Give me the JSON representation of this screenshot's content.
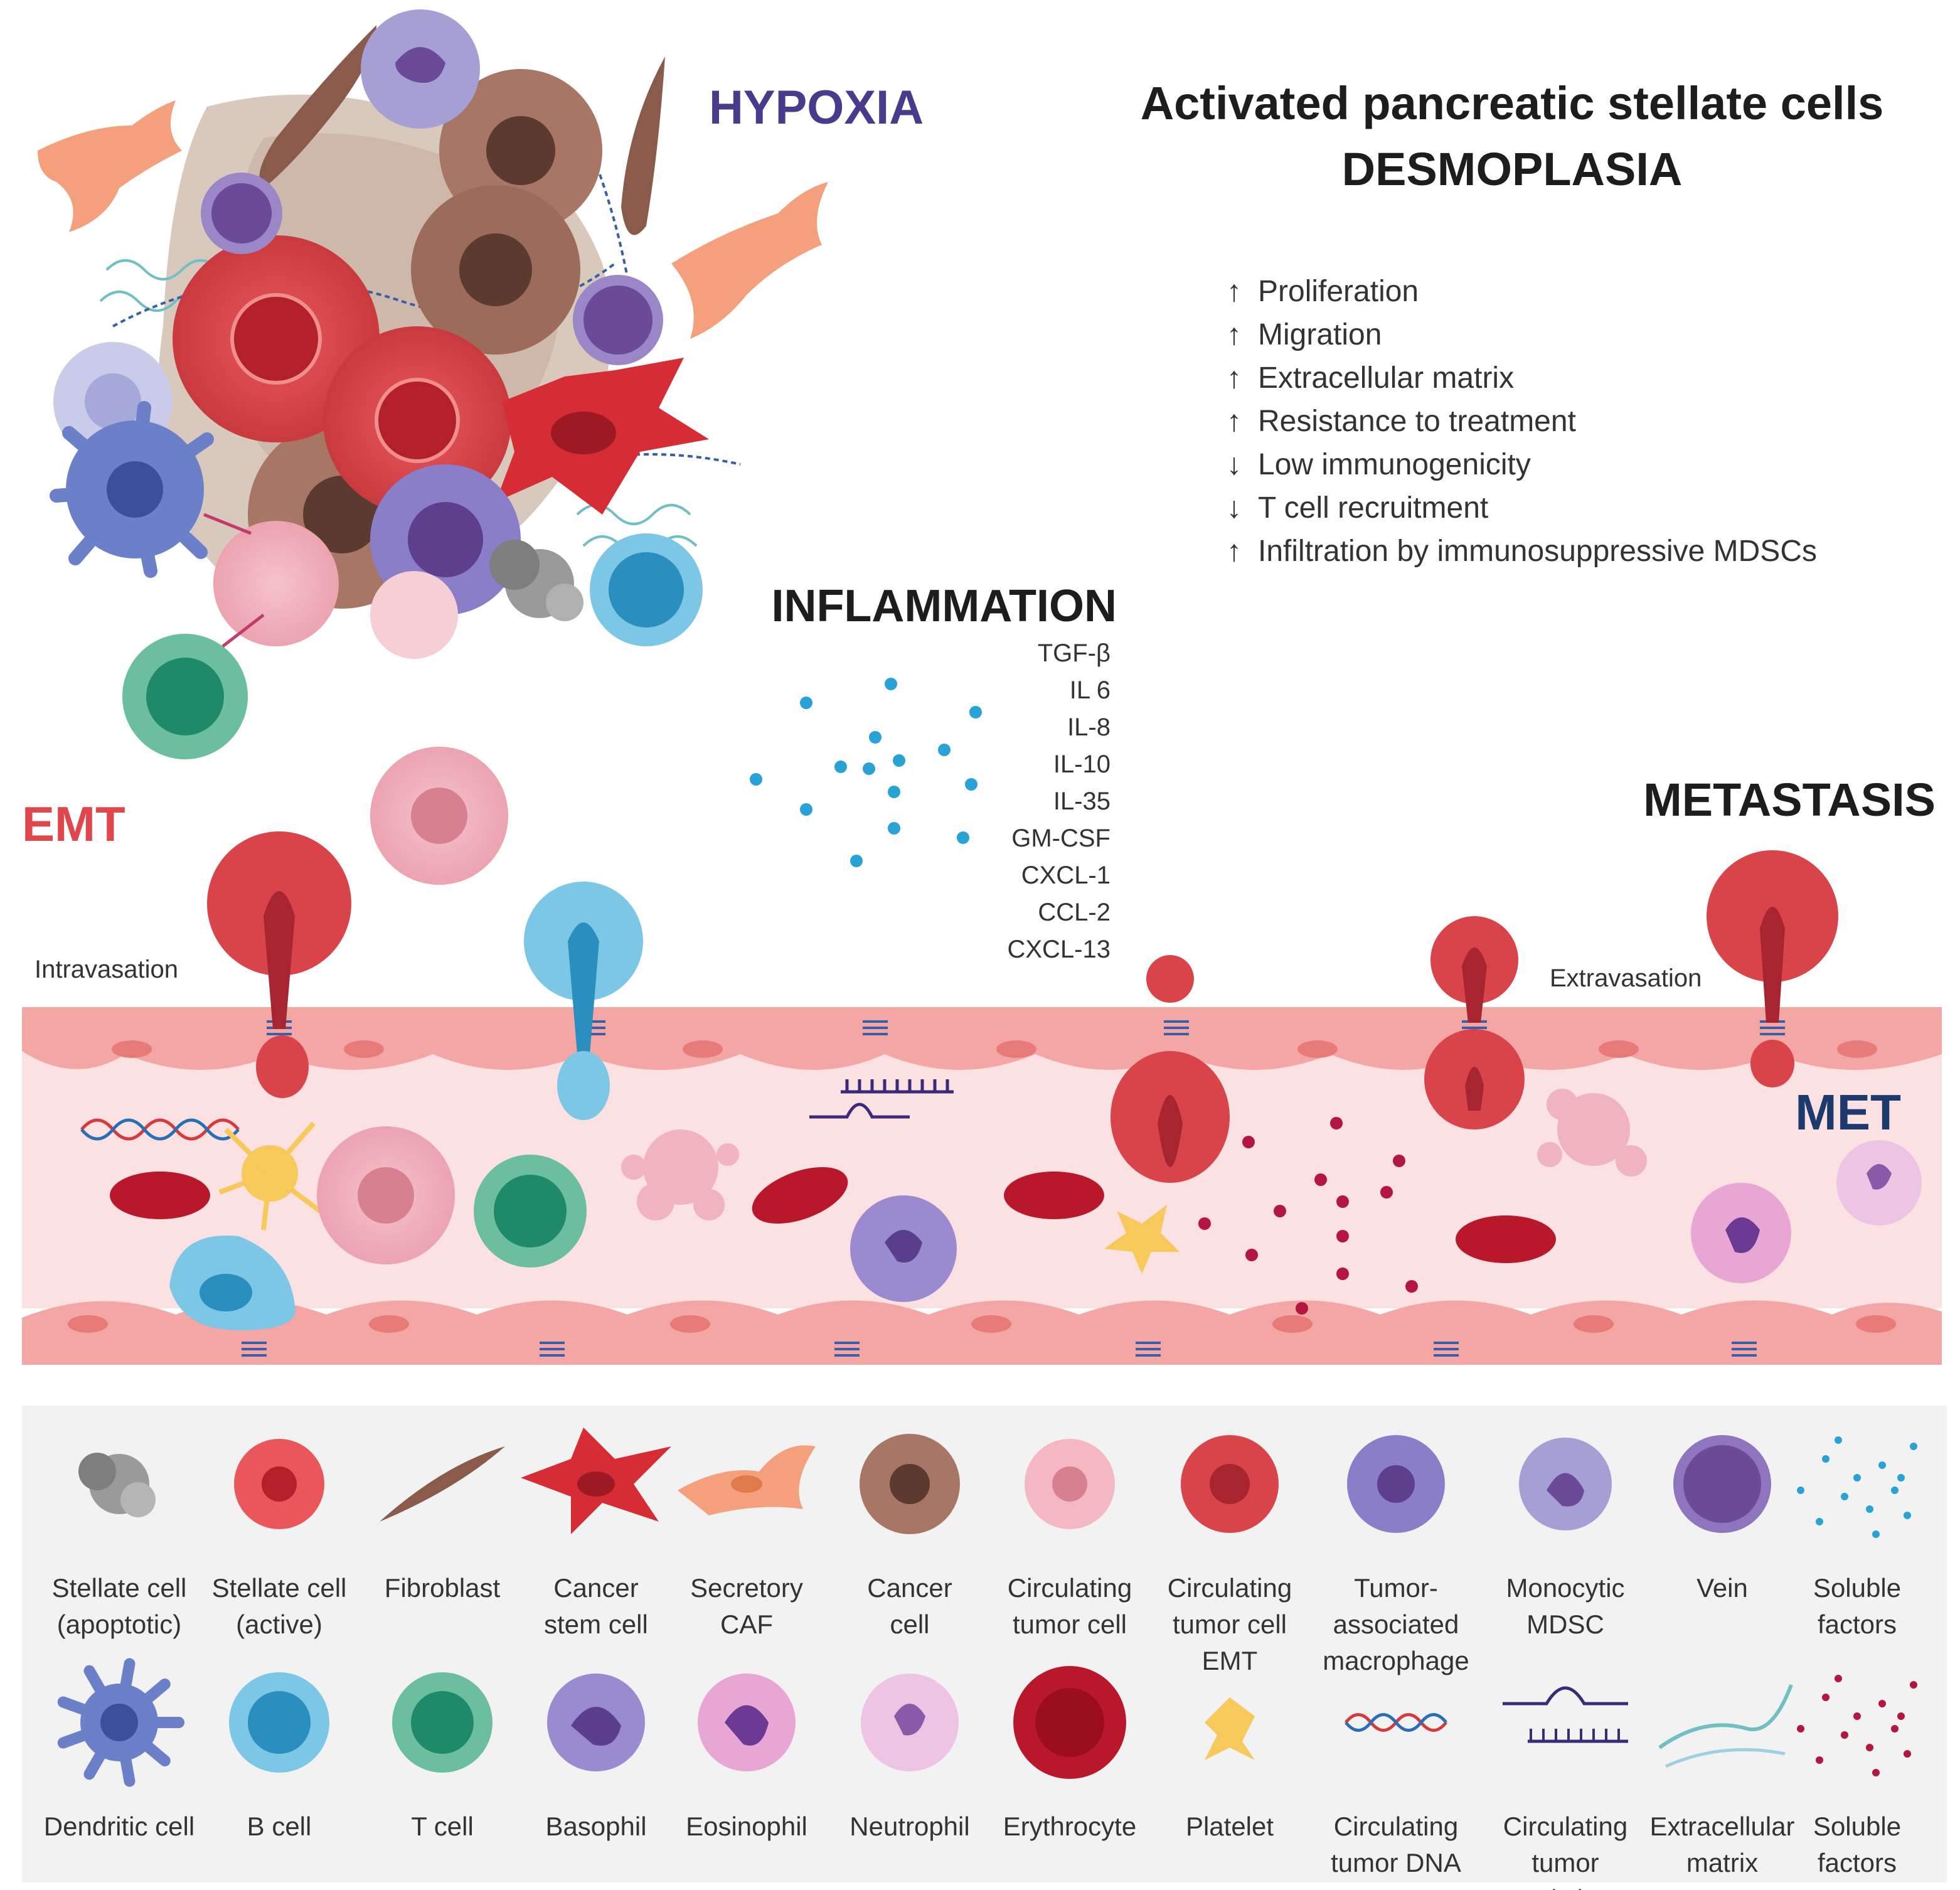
{
  "headings": {
    "hypoxia": "HYPOXIA",
    "stellate_line1": "Activated pancreatic stellate cells",
    "stellate_line2": "DESMOPLASIA",
    "inflammation": "INFLAMMATION",
    "emt": "EMT",
    "metastasis": "METASTASIS",
    "met": "MET",
    "intravasation": "Intravasation",
    "extravasation": "Extravasation"
  },
  "effects": [
    {
      "arrow": "↑",
      "text": "Proliferation"
    },
    {
      "arrow": "↑",
      "text": "Migration"
    },
    {
      "arrow": "↑",
      "text": "Extracellular matrix"
    },
    {
      "arrow": "↑",
      "text": "Resistance to treatment"
    },
    {
      "arrow": "↓",
      "text": "Low immunogenicity"
    },
    {
      "arrow": "↓",
      "text": "T cell recruitment"
    },
    {
      "arrow": "↑",
      "text": "Infiltration by immunosuppressive MDSCs"
    }
  ],
  "cytokines": [
    "TGF-β",
    "IL 6",
    "IL-8",
    "IL-10",
    "IL-35",
    "GM-CSF",
    "CXCL-1",
    "CCL-2",
    "CXCL-13"
  ],
  "legend": {
    "row1": [
      {
        "line1": "Stellate cell",
        "line2": "(apoptotic)",
        "line3": "",
        "icon": "stellate-apoptotic"
      },
      {
        "line1": "Stellate cell",
        "line2": "(active)",
        "line3": "",
        "icon": "stellate-active"
      },
      {
        "line1": "Fibroblast",
        "line2": "",
        "line3": "",
        "icon": "fibroblast"
      },
      {
        "line1": "Cancer",
        "line2": "stem cell",
        "line3": "",
        "icon": "cancer-stem-cell"
      },
      {
        "line1": "Secretory",
        "line2": "CAF",
        "line3": "",
        "icon": "secretory-caf"
      },
      {
        "line1": "Cancer",
        "line2": "cell",
        "line3": "",
        "icon": "cancer-cell"
      },
      {
        "line1": "Circulating",
        "line2": "tumor cell",
        "line3": "",
        "icon": "circulating-tumor-cell"
      },
      {
        "line1": "Circulating",
        "line2": "tumor cell",
        "line3": "EMT",
        "icon": "ctc-emt"
      },
      {
        "line1": "Tumor-",
        "line2": "associated",
        "line3": "macrophage",
        "icon": "tam"
      },
      {
        "line1": "Monocytic",
        "line2": "MDSC",
        "line3": "",
        "icon": "mdsc"
      },
      {
        "line1": "Vein",
        "line2": "",
        "line3": "",
        "icon": "vein"
      },
      {
        "line1": "Soluble",
        "line2": "factors",
        "line3": "",
        "icon": "soluble-blue"
      }
    ],
    "row2": [
      {
        "line1": "Dendritic cell",
        "line2": "",
        "icon": "dendritic"
      },
      {
        "line1": "B cell",
        "line2": "",
        "icon": "b-cell"
      },
      {
        "line1": "T cell",
        "line2": "",
        "icon": "t-cell"
      },
      {
        "line1": "Basophil",
        "line2": "",
        "icon": "basophil"
      },
      {
        "line1": "Eosinophil",
        "line2": "",
        "icon": "eosinophil"
      },
      {
        "line1": "Neutrophil",
        "line2": "",
        "icon": "neutrophil"
      },
      {
        "line1": "Erythrocyte",
        "line2": "",
        "icon": "erythrocyte"
      },
      {
        "line1": "Platelet",
        "line2": "",
        "icon": "platelet"
      },
      {
        "line1": "Circulating",
        "line2": "tumor DNA",
        "icon": "ctdna"
      },
      {
        "line1": "Circulating",
        "line2": "tumor",
        "line3": "RNA/miRNA",
        "icon": "ctrna"
      },
      {
        "line1": "Extracellular",
        "line2": "matrix",
        "icon": "ecm"
      },
      {
        "line1": "Soluble",
        "line2": "factors",
        "icon": "soluble-red"
      }
    ]
  },
  "colors": {
    "hypoxia": "#4a3a8c",
    "emt": "#e0474c",
    "met": "#1d3a6e",
    "vessel_wall": "#f3a6a4",
    "vessel_lumen": "#fce1e2",
    "legend_bg": "#f2f2f2",
    "soluble_blue": "#29a3d6",
    "soluble_red": "#b3173f"
  }
}
